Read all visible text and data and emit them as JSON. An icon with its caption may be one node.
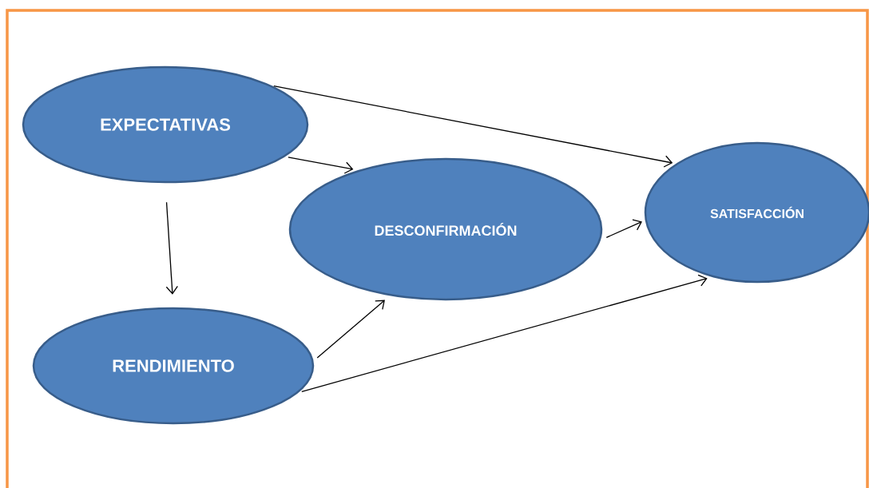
{
  "diagram": {
    "nodes": [
      {
        "text": [
          "EXPECTATIVAS"
        ]
      },
      {
        "text": [
          "RENDIMIENTO"
        ]
      },
      {
        "text": [
          "DESCONFIRMACIÓN"
        ]
      },
      {
        "text": [
          "SATISFACCIÓN"
        ]
      }
    ],
    "edges": [
      {
        "from": 0,
        "to": 3,
        "arrow": "to"
      },
      {
        "from": 0,
        "to": 2,
        "arrow": "to"
      },
      {
        "from": 0,
        "to": 1,
        "arrow": "to"
      },
      {
        "from": 1,
        "to": 2,
        "arrow": "to"
      },
      {
        "from": 1,
        "to": 3,
        "arrow": "to"
      },
      {
        "from": 2,
        "to": 3,
        "arrow": "to"
      }
    ]
  }
}
